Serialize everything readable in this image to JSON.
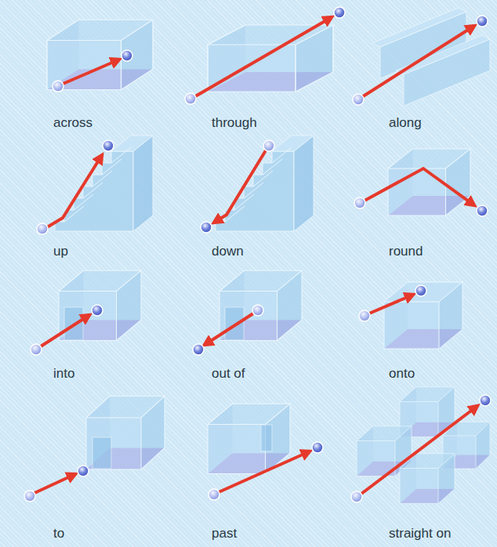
{
  "diagram": {
    "labels": [
      "across",
      "through",
      "along",
      "up",
      "down",
      "round",
      "into",
      "out of",
      "onto",
      "to",
      "past",
      "straight on"
    ]
  }
}
